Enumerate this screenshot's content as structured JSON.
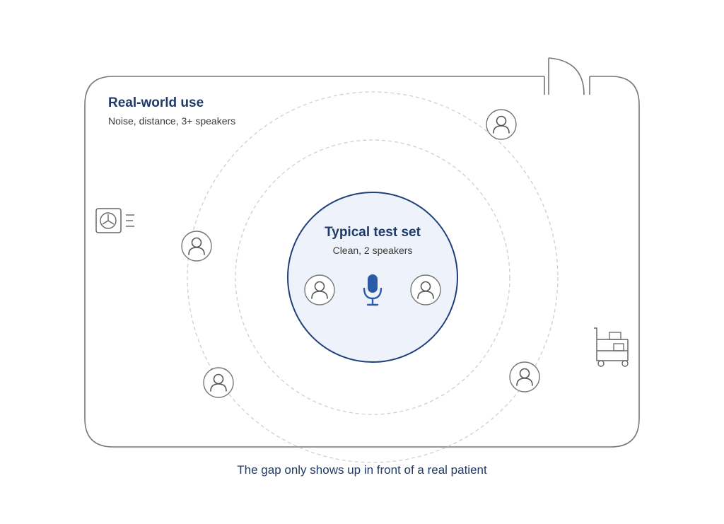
{
  "real_world": {
    "title": "Real-world use",
    "subtitle": "Noise, distance, 3+ speakers"
  },
  "test_set": {
    "title": "Typical test set",
    "subtitle": "Clean, 2 speakers"
  },
  "caption": "The gap only shows up in front of a real patient",
  "icons": {
    "person": "person-icon",
    "microphone": "microphone-icon",
    "fan": "fan-icon",
    "cart": "cart-icon",
    "door": "door-icon"
  },
  "colors": {
    "accent": "#2a5aa8",
    "inner_fill": "#eef3fb",
    "text_dark": "#1f3a68",
    "line": "#8a8a8a"
  }
}
